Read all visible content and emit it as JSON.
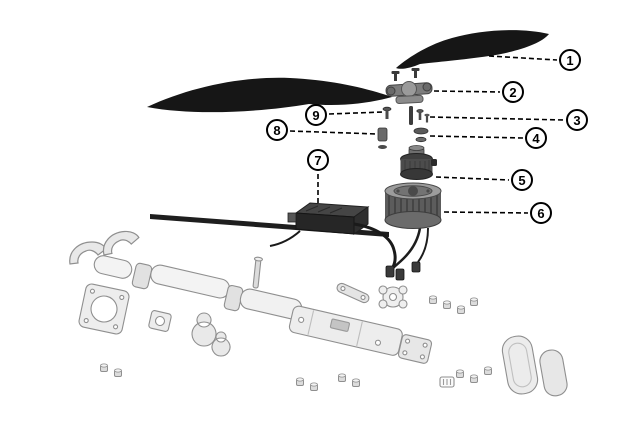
{
  "figure": {
    "type": "exploded-parts-diagram",
    "callouts": [
      {
        "label": "1"
      },
      {
        "label": "2"
      },
      {
        "label": "3"
      },
      {
        "label": "4"
      },
      {
        "label": "5"
      },
      {
        "label": "6"
      },
      {
        "label": "7"
      },
      {
        "label": "8"
      },
      {
        "label": "9"
      }
    ],
    "colors": {
      "background": "#ffffff",
      "outline": "#000000",
      "blade": "#161616",
      "dark_part": "#4a4a4a",
      "light_part": "#ededed"
    }
  }
}
